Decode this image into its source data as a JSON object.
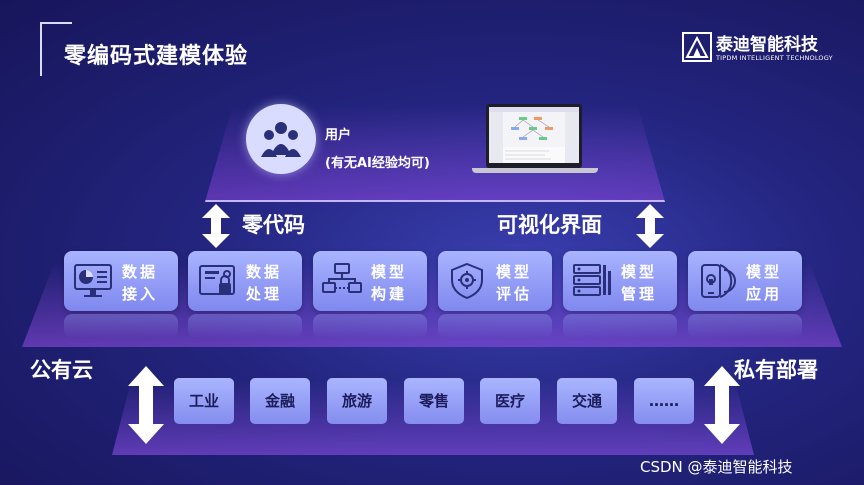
{
  "header": {
    "title": "零编码式建模体验",
    "logo_name": "泰迪智能科技",
    "logo_sub": "TIPDM INTELLIGENT TECHNOLOGY"
  },
  "user": {
    "label": "用户",
    "note": "(有无AI经验均可)"
  },
  "arrows": {
    "left": "零代码",
    "right": "可视化界面"
  },
  "modules": [
    {
      "line1": "数据",
      "line2": "接入",
      "icon": "dashboard-chart-icon"
    },
    {
      "line1": "数据",
      "line2": "处理",
      "icon": "safe-lock-icon"
    },
    {
      "line1": "模型",
      "line2": "构建",
      "icon": "network-build-icon"
    },
    {
      "line1": "模型",
      "line2": "评估",
      "icon": "shield-gear-icon"
    },
    {
      "line1": "模型",
      "line2": "管理",
      "icon": "server-rack-icon"
    },
    {
      "line1": "模型",
      "line2": "应用",
      "icon": "phone-app-icon"
    }
  ],
  "sides": {
    "left": "公有云",
    "right": "私有部署"
  },
  "industries": [
    "工业",
    "金融",
    "旅游",
    "零售",
    "医疗",
    "交通",
    "……"
  ],
  "watermark": "CSDN @泰迪智能科技",
  "colors": {
    "background": "#23247e",
    "module": "#9aa4fa",
    "industry_text": "#1c1c5a"
  }
}
